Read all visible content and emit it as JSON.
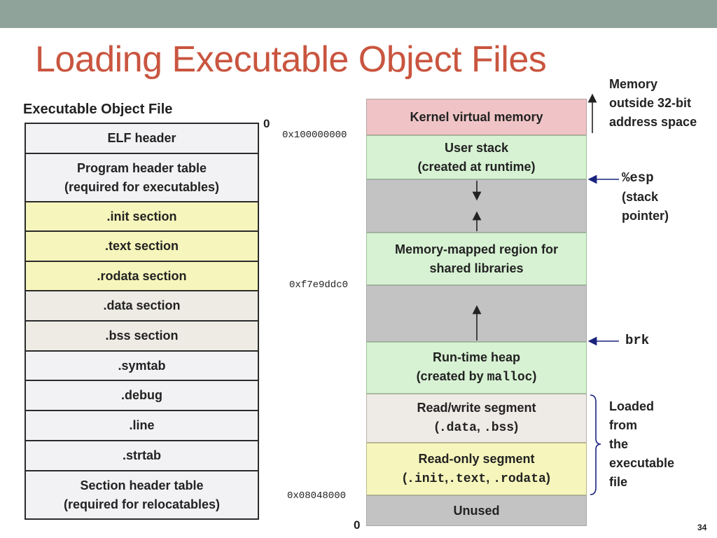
{
  "title": "Loading Executable Object Files",
  "elf": {
    "caption": "Executable Object File",
    "zero_label": "0",
    "rows": [
      {
        "line1": "ELF header",
        "line2": ""
      },
      {
        "line1": "Program header table",
        "line2": "(required for executables)"
      },
      {
        "line1": ".init section",
        "line2": ""
      },
      {
        "line1": ".text section",
        "line2": ""
      },
      {
        "line1": ".rodata section",
        "line2": ""
      },
      {
        "line1": ".data section",
        "line2": ""
      },
      {
        "line1": ".bss section",
        "line2": ""
      },
      {
        "line1": ".symtab",
        "line2": ""
      },
      {
        "line1": ".debug",
        "line2": ""
      },
      {
        "line1": ".line",
        "line2": ""
      },
      {
        "line1": ".strtab",
        "line2": ""
      },
      {
        "line1": "Section header table",
        "line2": "(required for relocatables)"
      }
    ]
  },
  "memory": {
    "kernel": "Kernel virtual memory",
    "user_stack": {
      "line1": "User stack",
      "line2": "(created at runtime)"
    },
    "mmap": {
      "line1": "Memory-mapped region for",
      "line2": "shared libraries"
    },
    "heap": {
      "line1": "Run-time heap",
      "line2_prefix": "(created by ",
      "line2_code": "malloc",
      "line2_suffix": ")"
    },
    "rw": {
      "line1": "Read/write segment",
      "open": "(",
      "code1": ".data",
      "sep": ", ",
      "code2": ".bss",
      "close": ")"
    },
    "ro": {
      "line1": "Read-only segment",
      "open": "(",
      "code1": ".init",
      "sep1": ",",
      "code2": ".text",
      "sep2": ", ",
      "code3": ".rodata",
      "close": ")"
    },
    "unused": "Unused",
    "zero_label": "0",
    "addresses": {
      "top": "0x100000000",
      "mmap": "0xf7e9ddc0",
      "bottom": "0x08048000"
    }
  },
  "annotations": {
    "outside": {
      "line1": "Memory",
      "line2": "outside 32-bit",
      "line3": "address space"
    },
    "esp": {
      "code": "%esp",
      "line2": "(stack",
      "line3": "pointer)"
    },
    "brk": "brk",
    "loaded": {
      "line1": "Loaded",
      "line2": "from",
      "line3": "the",
      "line4": "executable",
      "line5": "file"
    }
  },
  "page_number": "34",
  "colors": {
    "title": "#c9553f",
    "top_bar": "#8fa39a",
    "kernel": "#f0c4c6",
    "green": "#d7f2d3",
    "gray": "#c3c3c3",
    "yellow": "#f6f6bc",
    "beige": "#eeeae5",
    "arrow_blue": "#1a237e"
  }
}
